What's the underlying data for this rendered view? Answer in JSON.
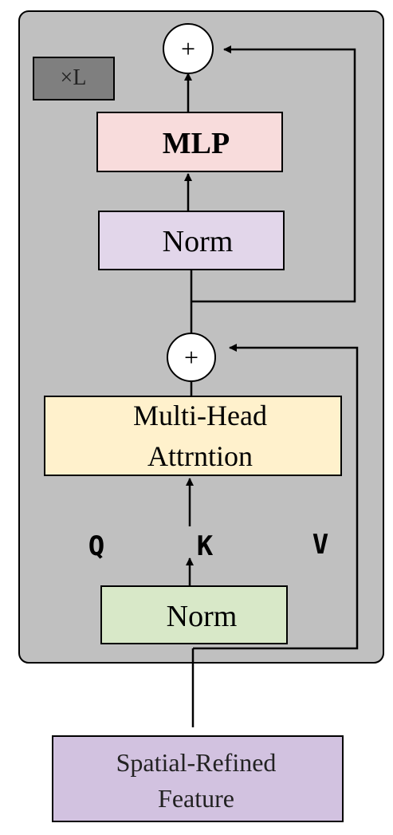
{
  "diagram": {
    "repeat_badge": "×L",
    "blocks": {
      "mlp": "MLP",
      "norm_top": "Norm",
      "attention_line1": "Multi-Head",
      "attention_line2": "Attrntion",
      "norm_bottom": "Norm",
      "input_line1": "Spatial-Refined",
      "input_line2": "Feature"
    },
    "adders": {
      "top": "+",
      "bottom": "+"
    },
    "qkv": {
      "q": "Q",
      "k": "K",
      "v": "V"
    },
    "colors": {
      "container_fill": "#c0c0c0",
      "badge_fill": "#7f7f7f",
      "mlp_fill": "#f8dcdc",
      "norm_top_fill": "#e2d6ea",
      "attention_fill": "#fff1cc",
      "norm_bottom_fill": "#d8e8c8",
      "input_fill": "#d2c2e0",
      "stroke": "#000000"
    }
  }
}
